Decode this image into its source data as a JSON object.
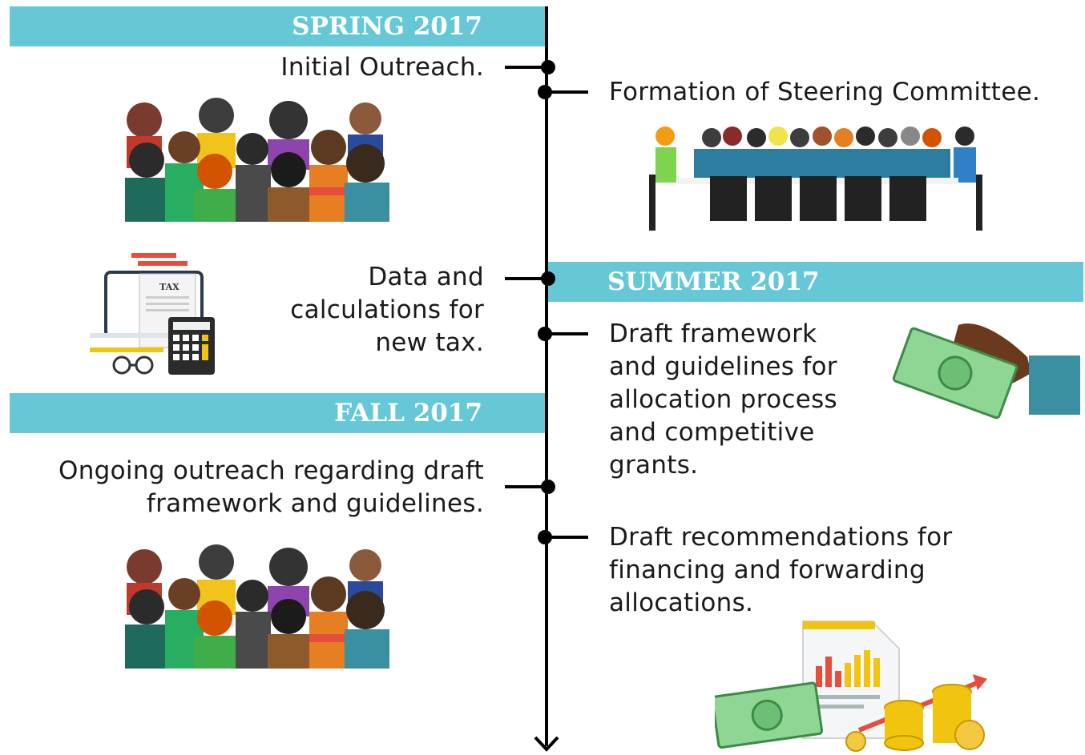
{
  "phases": {
    "spring": "SPRING 2017",
    "summer": "SUMMER 2017",
    "fall": "FALL 2017"
  },
  "milestones": {
    "initial_outreach": "Initial Outreach.",
    "steering_committee": "Formation of Steering Committee.",
    "data_calc": [
      "Data and",
      "calculations for",
      "new tax."
    ],
    "draft_framework": [
      "Draft framework",
      "and guidelines for",
      "allocation process",
      "and competitive",
      "grants."
    ],
    "ongoing_outreach": [
      "Ongoing outreach regarding draft",
      "framework and guidelines."
    ],
    "draft_recommendations": [
      "Draft recommendations for",
      "financing and forwarding",
      "allocations."
    ]
  },
  "illustrations": {
    "tax_label": "TAX"
  },
  "colors": {
    "band": "#66c8d7",
    "band_text": "#ffffff",
    "line": "#000000",
    "text": "#1a1a1a"
  }
}
